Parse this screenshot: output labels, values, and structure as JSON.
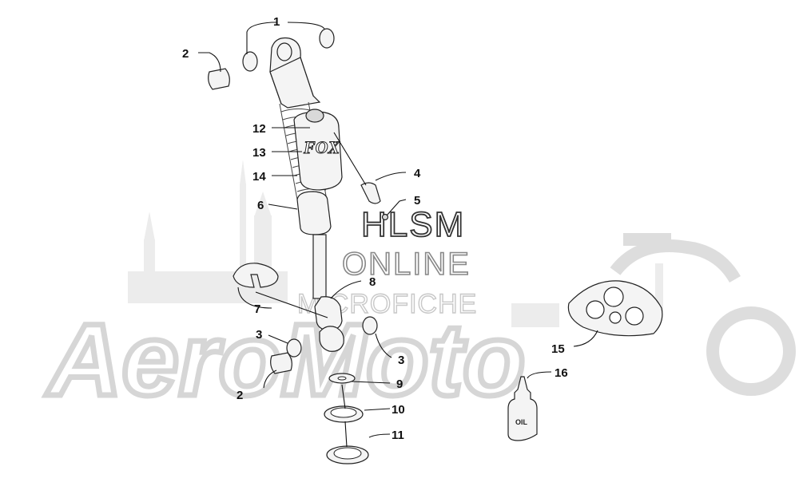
{
  "watermark": {
    "brand": "AeroMoto",
    "hlsm": "HLSM",
    "online": "ONLINE",
    "microfiche": "MICROFICHE"
  },
  "shock_logo": "FOX",
  "bottle_label": "OIL",
  "callouts": [
    {
      "id": "c1",
      "label": "1"
    },
    {
      "id": "c2a",
      "label": "2"
    },
    {
      "id": "c12",
      "label": "12"
    },
    {
      "id": "c13",
      "label": "13"
    },
    {
      "id": "c14",
      "label": "14"
    },
    {
      "id": "c4",
      "label": "4"
    },
    {
      "id": "c5",
      "label": "5"
    },
    {
      "id": "c6",
      "label": "6"
    },
    {
      "id": "c8",
      "label": "8"
    },
    {
      "id": "c7",
      "label": "7"
    },
    {
      "id": "c3a",
      "label": "3"
    },
    {
      "id": "c3b",
      "label": "3"
    },
    {
      "id": "c9",
      "label": "9"
    },
    {
      "id": "c2b",
      "label": "2"
    },
    {
      "id": "c10",
      "label": "10"
    },
    {
      "id": "c11",
      "label": "11"
    },
    {
      "id": "c15",
      "label": "15"
    },
    {
      "id": "c16",
      "label": "16"
    }
  ]
}
